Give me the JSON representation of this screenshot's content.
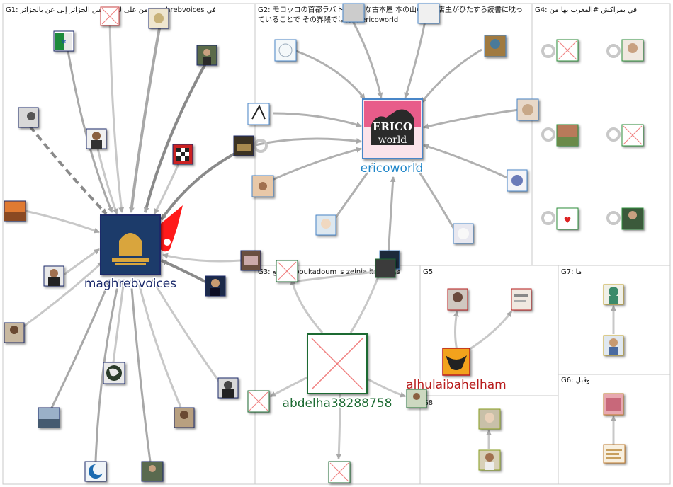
{
  "groups": [
    {
      "id": "G1",
      "label": "G1: من على ليبيا تونس الجزائر إلى عن بالجزائر maghrebvoices في"
    },
    {
      "id": "G2",
      "label_line1": "G2: モロッコの首都ラバトの小さな古本屋 本の山の中で店主がひたすら読書に耽っ",
      "label_line2": "ていることで その界隈では有名 ericoworld"
    },
    {
      "id": "G3",
      "label": "G3: الله مع boukadoum_s zeinialitaleb في"
    },
    {
      "id": "G4",
      "label": "G4: في بمراكش #المغرب بها من"
    },
    {
      "id": "G5",
      "label": "G5"
    },
    {
      "id": "G6",
      "label": "G6: وقبل"
    },
    {
      "id": "G7",
      "label": "G7: ما"
    },
    {
      "id": "G8",
      "label": "G8"
    }
  ],
  "hubs": {
    "maghrebvoices": {
      "label": "maghrebvoices",
      "color": "#1b2a6b"
    },
    "ericoworld": {
      "label": "ericoworld",
      "color": "#1f86c9"
    },
    "abdelha": {
      "label": "abdelha38288758",
      "color": "#1d6b33"
    },
    "alhulaibahelham": {
      "label": "alhulaibahelham",
      "color": "#b81c1c"
    }
  },
  "colors": {
    "edge_light": "#c8c8c8",
    "edge_mid": "#a8a8a8",
    "edge_dark": "#8a8a8a",
    "border_g1": "#1b2a6b",
    "border_g2": "#4a86c8",
    "border_g3": "#1d6b33",
    "border_g4": "#2f8f3a",
    "border_g5": "#b81c1c",
    "border_g6": "#c07a2a",
    "border_g7": "#c0a020",
    "border_g8": "#8aa020",
    "panel_line": "#c8c8c8"
  }
}
